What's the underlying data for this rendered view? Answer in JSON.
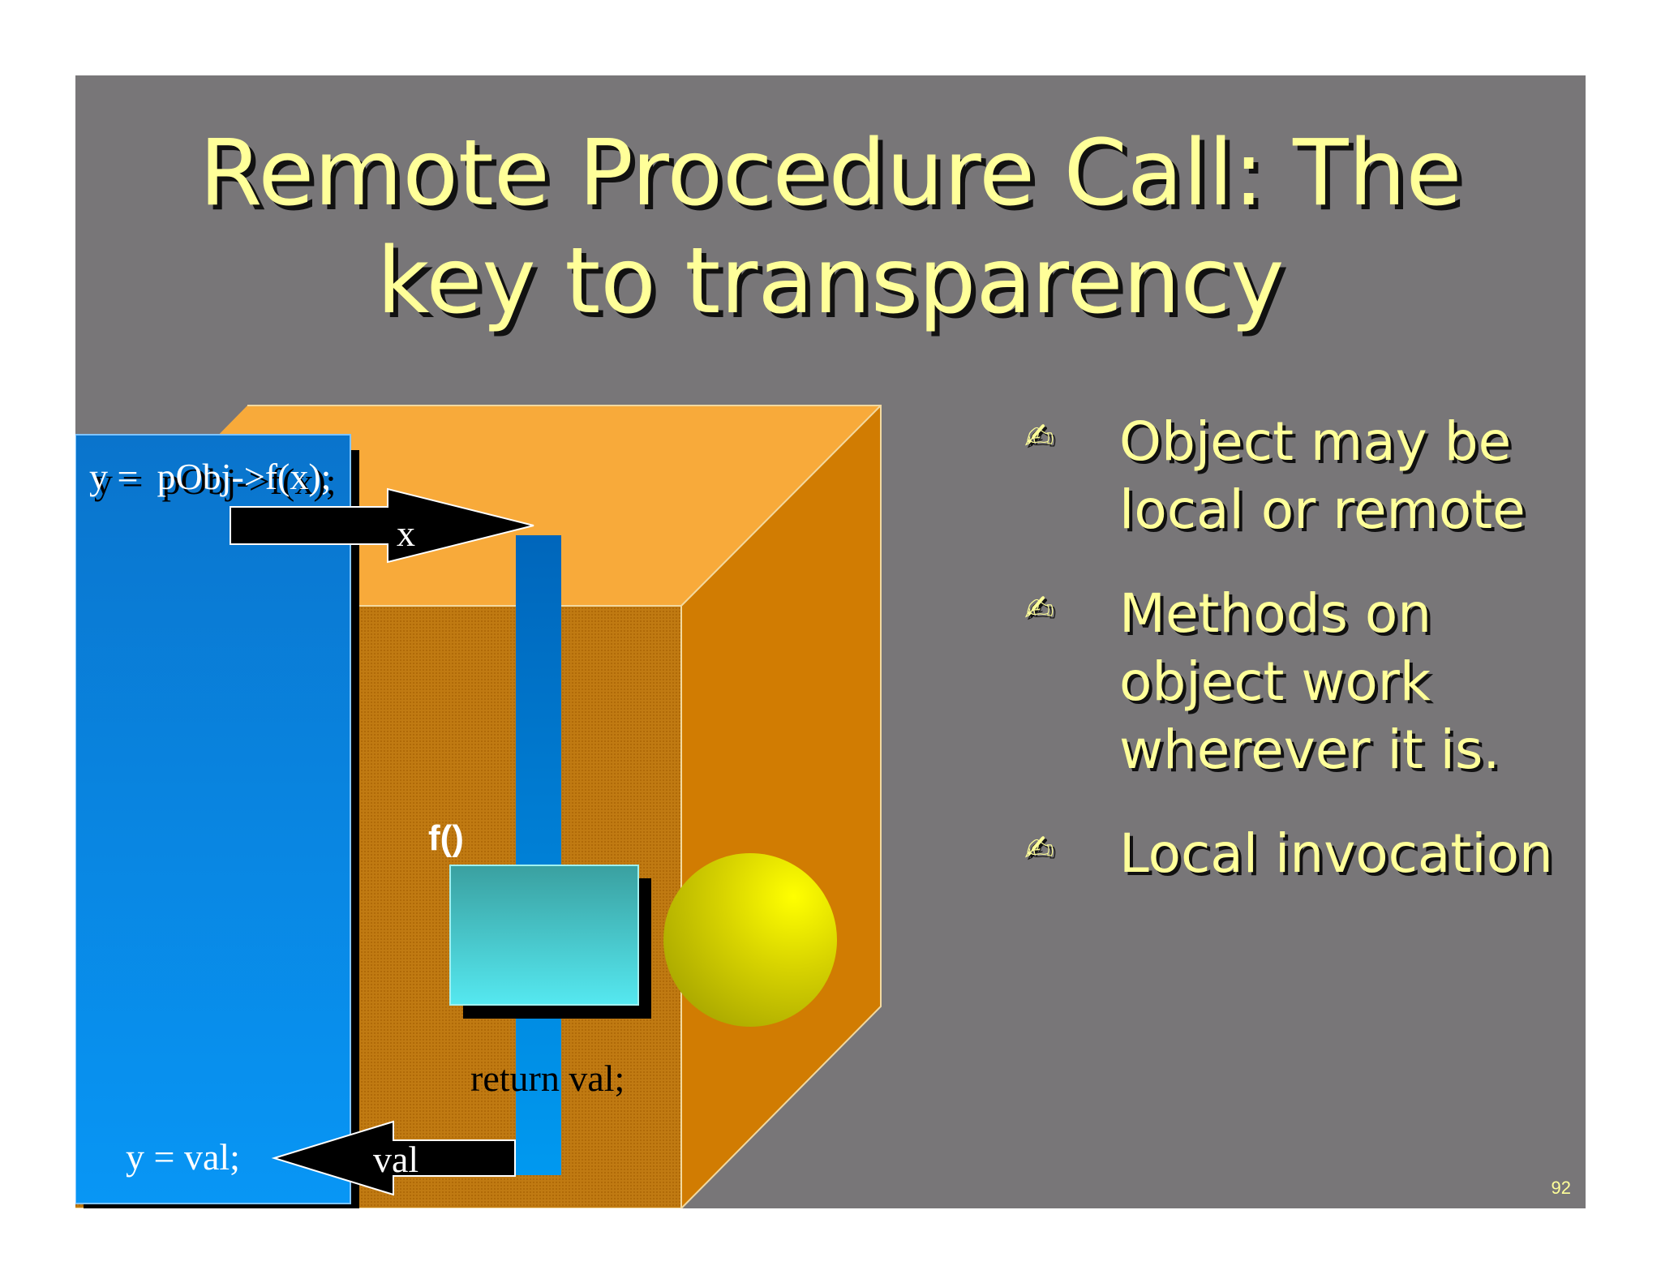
{
  "slide": {
    "title_line1": "Remote Procedure Call: The",
    "title_line2": "key to transparency",
    "page_number": "92"
  },
  "diagram": {
    "call_code": "y =  pObj->f(x);",
    "arg_label": "x",
    "function_label": "f()",
    "return_code": "return val;",
    "return_value_label": "val",
    "assign_code": "y = val;"
  },
  "bullets": [
    {
      "icon": "writing-hand-icon",
      "text": "Object may be local or remote"
    },
    {
      "icon": "writing-hand-icon",
      "text": "Methods on object work wherever it is."
    },
    {
      "icon": "writing-hand-icon",
      "text": "Local invocation"
    }
  ],
  "colors": {
    "background": "#787678",
    "text_yellow": "#ffff99",
    "box_front": "#c07a10",
    "box_top": "#f8aa3a",
    "box_side": "#d17c02",
    "client_blue": "#0a84e6"
  }
}
